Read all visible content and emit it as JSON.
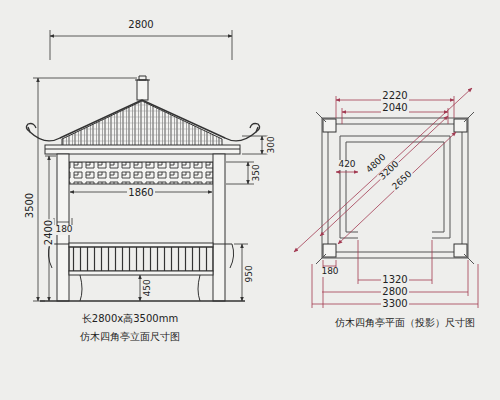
{
  "diagram": {
    "labels": [
      "2800",
      "300",
      "350",
      "1860",
      "3500",
      "2400",
      "180",
      "950",
      "450",
      "长2800x高3500mm",
      "仿木四角亭立面尺寸图",
      "2220",
      "2040",
      "420",
      "4800",
      "3200",
      "2650",
      "180",
      "1320",
      "2800",
      "3300",
      "仿木四角亭平面（投影）尺寸图"
    ]
  }
}
